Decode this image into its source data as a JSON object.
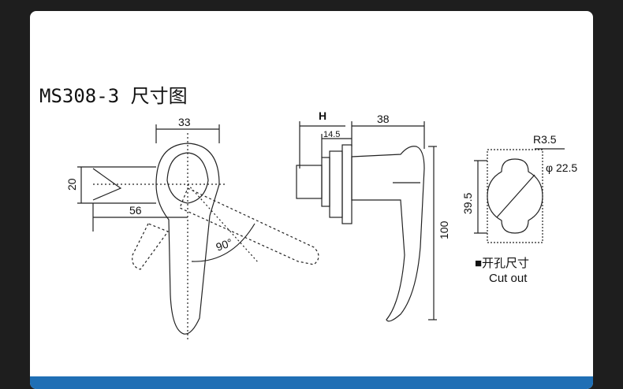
{
  "title": "MS308-3 尺寸图",
  "dims": {
    "d33": "33",
    "d20": "20",
    "d56": "56",
    "d90": "90°",
    "dH": "H",
    "d14": "14.5",
    "d38": "38",
    "d100": "100",
    "dR": "R3.5",
    "dPhi": "φ 22.5",
    "d39": "39.5"
  },
  "cutout": {
    "label_cn": "■开孔尺寸",
    "label_en": "Cut out"
  },
  "colors": {
    "page_bg": "#1e1e1e",
    "card_bg": "#ffffff",
    "accent_bar": "#1f6fb5"
  }
}
